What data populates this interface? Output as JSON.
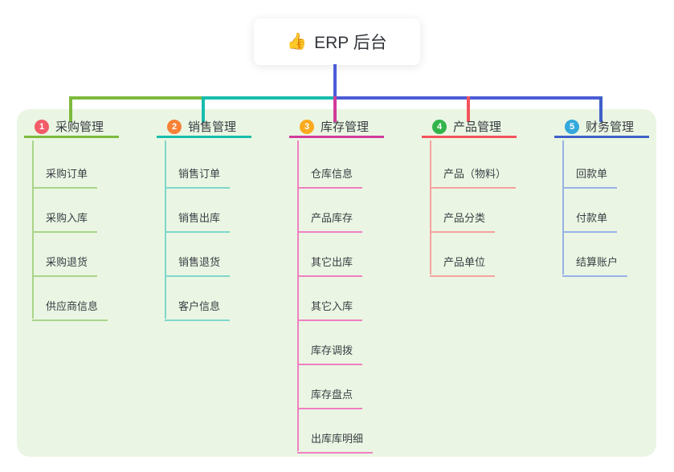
{
  "root": {
    "label": "ERP 后台",
    "emoji": "👍",
    "icon": "thumbs-up-icon"
  },
  "canvas": {
    "page_background": "#ffffff",
    "panel_background": "#eaf6e3",
    "root_connector_color": "#4c5cd6"
  },
  "branches": [
    {
      "index": "1",
      "label": "采购管理",
      "line_color": "#7dba3d",
      "child_line_color": "#a9d489",
      "badge_color": "#f25c68",
      "children": [
        "采购订单",
        "采购入库",
        "采购退货",
        "供应商信息"
      ]
    },
    {
      "index": "2",
      "label": "销售管理",
      "line_color": "#17bdad",
      "child_line_color": "#7fd7cc",
      "badge_color": "#f78237",
      "children": [
        "销售订单",
        "销售出库",
        "销售退货",
        "客户信息"
      ]
    },
    {
      "index": "3",
      "label": "库存管理",
      "line_color": "#d23a9b",
      "child_line_color": "#f07fc2",
      "badge_color": "#faaa1e",
      "children": [
        "仓库信息",
        "产品库存",
        "其它出库",
        "其它入库",
        "库存调拨",
        "库存盘点",
        "出库库明细"
      ]
    },
    {
      "index": "4",
      "label": "产品管理",
      "line_color": "#f4535c",
      "child_line_color": "#f5a2a0",
      "badge_color": "#32b44a",
      "children": [
        "产品（物料）",
        "产品分类",
        "产品单位"
      ]
    },
    {
      "index": "5",
      "label": "财务管理",
      "line_color": "#4060c8",
      "child_line_color": "#98b1e6",
      "badge_color": "#34a8dc",
      "children": [
        "回款单",
        "付款单",
        "结算账户"
      ]
    }
  ]
}
